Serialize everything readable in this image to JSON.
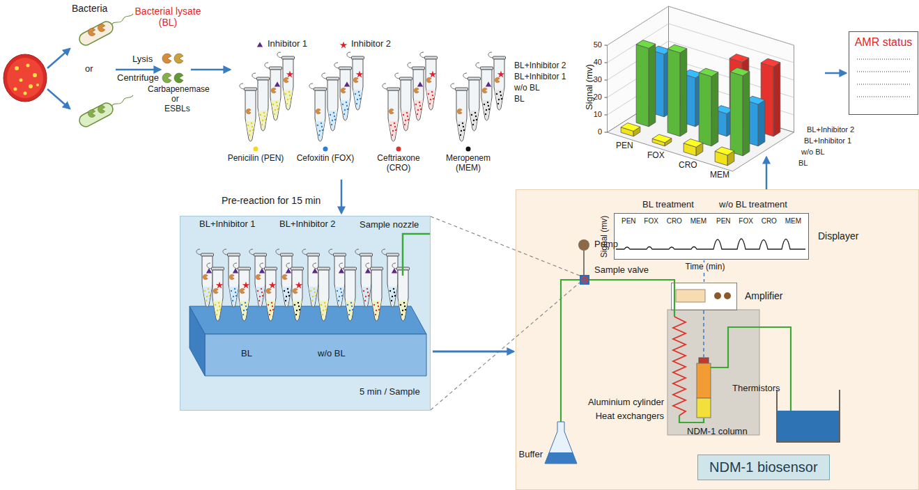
{
  "diagram": {
    "nodes": [
      {
        "text": [
          "BL+Inhibitor 1",
          "BL+Inhibitor 2",
          "Sample nozzle",
          "BL",
          "w/o BL",
          "5 min / Sample"
        ]
      },
      {
        "text": [
          "Pump",
          "Sample valve",
          "Aluminium cylinder",
          "Heat exchangers",
          "Thermistors",
          "NDM-1 column",
          "Buffer"
        ]
      },
      {
        "text": [
          "Signal (mv)",
          "BL treatment",
          "w/o BL treatment",
          "PEN FOX CRO MEM",
          "PEN FOX CRO MEM",
          "Time (min)",
          "Displayer"
        ],
        "in": 1
      },
      {
        "text": [
          "Amplifier"
        ],
        "in": 1
      },
      {
        "text": [
          "NDM-1 biosensor"
        ],
        "in": 1
      },
      {
        "text": [
          "AMR status"
        ]
      }
    ],
    "edges": [
      {
        "from": 0,
        "to": 1,
        "arrow": "to"
      },
      {
        "from": 2,
        "to": 3,
        "arrow": "none"
      }
    ],
    "labels": [
      "Bacteria",
      "or",
      "Bacterial lysate (BL)",
      "Lysis",
      "Centrifuge",
      "Carbapenemase",
      "or",
      "ESBLs",
      "Penicilin (PEN)",
      "Cefoxitin (FOX)",
      "Ceftriaxone (CRO)",
      "Meropenem (MEM)",
      "BL+Inhibitor 2",
      "BL+Inhibitor 1",
      "w/o BL",
      "BL",
      "Pre-reaction for 15 min",
      "Signal (mv)",
      "50",
      "40",
      "30",
      "20",
      "10",
      "0",
      "PEN",
      "FOX",
      "CRO",
      "MEM",
      "BL+Inhibitor 2",
      "BL+Inhibitor 1",
      "w/o BL",
      "BL"
    ],
    "legend": [
      {
        "text": "Inhibitor 1"
      },
      {
        "text": "Inhibitor 2"
      }
    ]
  }
}
